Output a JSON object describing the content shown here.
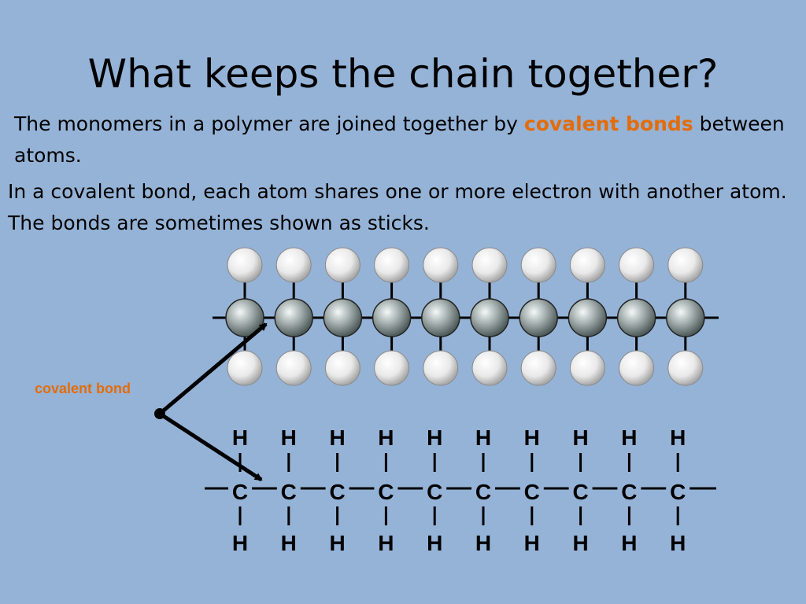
{
  "slide": {
    "title": "What keeps the chain together?",
    "para1_before": "The monomers in a polymer are joined together by ",
    "para1_highlight": "covalent bonds",
    "para1_after": " between atoms.",
    "para2": "In a covalent bond, each atom shares one or more electron with another atom. The bonds are sometimes shown as sticks.",
    "callout_label": "covalent bond"
  },
  "diagram": {
    "units": 10,
    "carbon_symbol": "C",
    "hydrogen_symbol": "H",
    "colors": {
      "background": "#95b3d7",
      "highlight": "#e46c0a",
      "carbon_atom": "#8e9a9a",
      "hydrogen_atom": "#e8e8e8"
    }
  }
}
